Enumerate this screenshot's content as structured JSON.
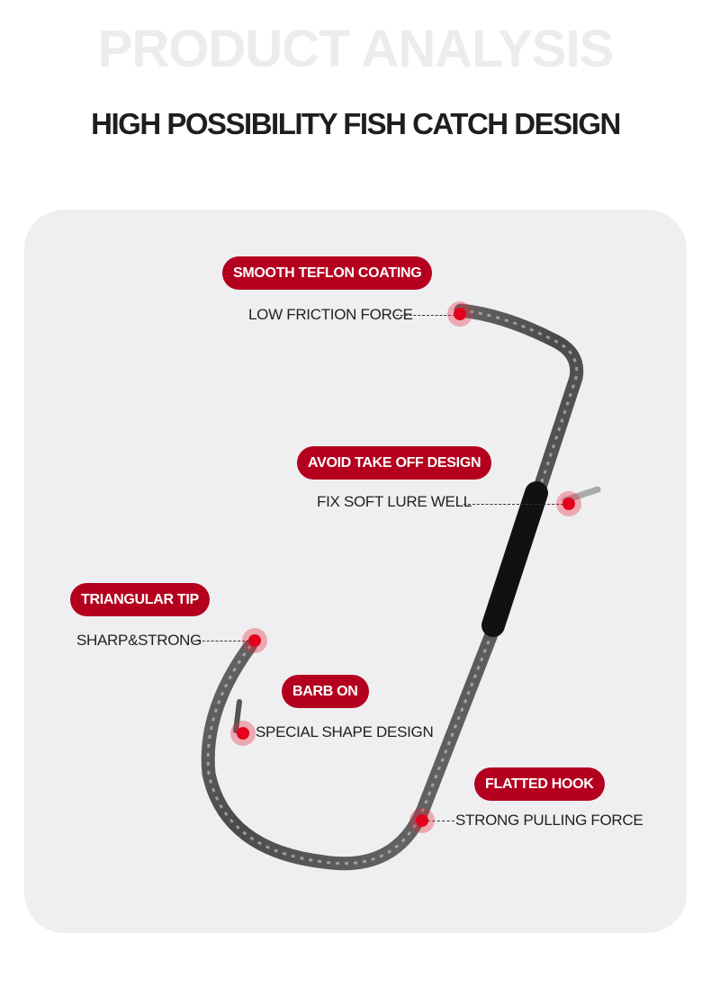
{
  "header": {
    "watermark": "PRODUCT ANALYSIS",
    "title": "HIGH POSSIBILITY FISH CATCH DESIGN"
  },
  "features": [
    {
      "badge": "SMOOTH TEFLON COATING",
      "description": "LOW FRICTION FORCE"
    },
    {
      "badge": "AVOID TAKE OFF DESIGN",
      "description": "FIX SOFT LURE WELL"
    },
    {
      "badge": "TRIANGULAR TIP",
      "description": "SHARP&STRONG"
    },
    {
      "badge": "BARB ON",
      "description": "SPECIAL SHAPE DESIGN"
    },
    {
      "badge": "FLATTED HOOK",
      "description": "STRONG PULLING FORCE"
    }
  ],
  "colors": {
    "badge": "#b4001e",
    "dot": "#e4001c",
    "card": "#efeff1",
    "title": "#1e1e1e"
  }
}
